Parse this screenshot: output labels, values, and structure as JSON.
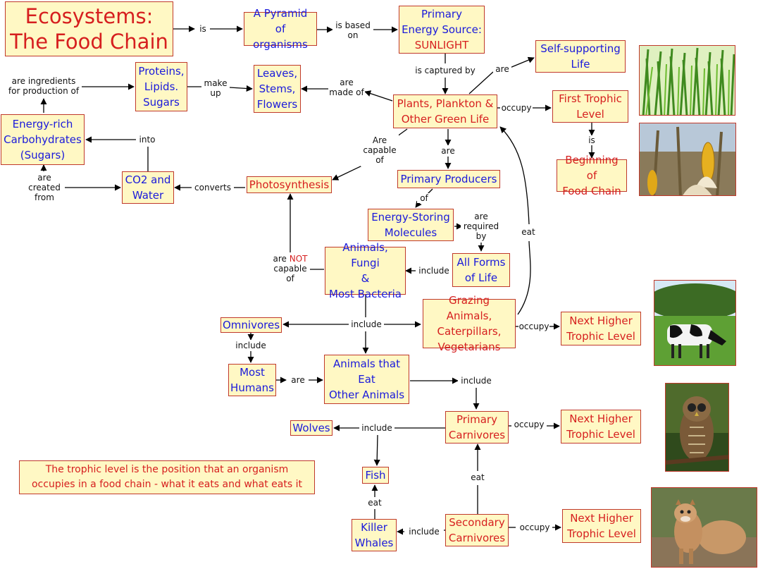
{
  "nodes": {
    "title": "Ecosystems:\nThe Food Chain",
    "pyramid": "A Pyramid\nof organisms",
    "primary_energy": "Primary\nEnergy Source:",
    "sunlight": "SUNLIGHT",
    "self_supporting": "Self-supporting\nLife",
    "proteins": "Proteins,\nLipids.\nSugars",
    "leaves": "Leaves,\nStems,\nFlowers",
    "plants": "Plants, Plankton &\nOther Green Life",
    "first_trophic": "First Trophic\nLevel",
    "energy_rich": "Energy-rich\nCarbohydrates\n(Sugars)",
    "co2": "CO2 and\nWater",
    "photosynthesis": "Photosynthesis",
    "primary_producers": "Primary Producers",
    "beginning": "Beginning of\nFood Chain",
    "energy_storing": "Energy-Storing\nMolecules",
    "animals_fungi": "Animals, Fungi\n&\nMost Bacteria",
    "all_forms": "All Forms\nof Life",
    "grazing": "Grazing Animals,\nCaterpillars,\nVegetarians",
    "next_higher_1": "Next Higher\nTrophic Level",
    "omnivores": "Omnivores",
    "most_humans": "Most\nHumans",
    "animals_eat": "Animals that\nEat\nOther Animals",
    "primary_carnivores": "Primary\nCarnivores",
    "next_higher_2": "Next Higher\nTrophic Level",
    "wolves": "Wolves",
    "fish": "Fish",
    "killer_whales": "Killer\nWhales",
    "secondary_carnivores": "Secondary\nCarnivores",
    "next_higher_3": "Next Higher\nTrophic Level",
    "trophic_note": "The trophic level is the position that an organism\noccupies in a food chain - what it eats and what eats it"
  },
  "links": {
    "is": "is",
    "is_based_on": "is based\non",
    "is_captured_by": "is captured by",
    "are_self": "are",
    "are_ingredients": "are ingredients\nfor production of",
    "make_up": "make\nup",
    "are_made_of": "are\nmade of",
    "occupy_first": "occupy",
    "is_beginning": "is",
    "into": "into",
    "are_capable_of": "Are\ncapable\nof",
    "are_producers": "are",
    "are_created_from": "are\ncreated\nfrom",
    "converts": "converts",
    "of": "of",
    "are_required_by": "are\nrequired\nby",
    "eat_grazing": "eat",
    "are_not_pre": "are ",
    "are_not_hl": "NOT",
    "are_not_post": "\ncapable\nof",
    "include_all": "include",
    "include_center": "include",
    "occupy_grazing": "occupy",
    "include_omni": "include",
    "are_humans": "are",
    "include_animals": "include",
    "occupy_primary": "occupy",
    "include_wolves": "include",
    "eat_primary": "eat",
    "eat_fish": "eat",
    "include_killer": "include",
    "occupy_secondary": "occupy"
  },
  "colors": {
    "node_fill": "#fff8c4",
    "node_border": "#c0392b",
    "text_blue": "#1a1adb",
    "text_red": "#d61f1f"
  },
  "images": [
    "grass-photo",
    "corn-photo",
    "cow-photo",
    "owl-photo",
    "cougar-photo"
  ]
}
